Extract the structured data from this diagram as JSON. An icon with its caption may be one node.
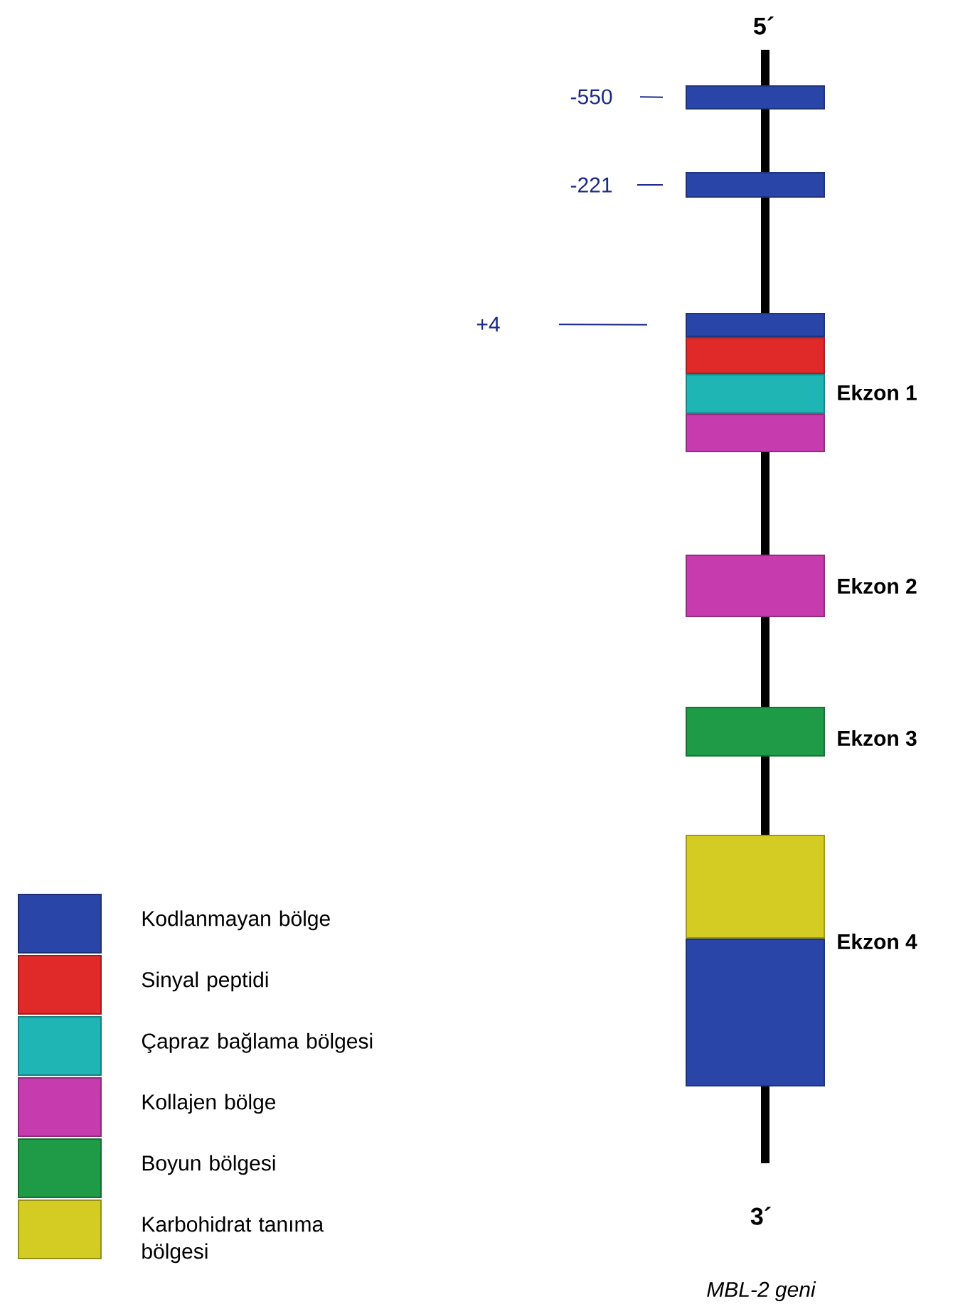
{
  "diagram": {
    "nodes": [
      {
        "text": [
          "-550"
        ]
      },
      {
        "text": [],
        "shape": "bar"
      },
      {
        "text": [
          "-221"
        ]
      },
      {
        "text": [],
        "shape": "bar"
      },
      {
        "text": [
          "+4"
        ]
      },
      {
        "text": [],
        "shape": "bar"
      },
      {
        "text": [],
        "shape": "bar"
      },
      {
        "text": [],
        "shape": "bar"
      },
      {
        "text": [],
        "shape": "bar"
      },
      {
        "text": [],
        "shape": "bar"
      },
      {
        "text": [],
        "shape": "bar"
      },
      {
        "text": [],
        "shape": "bar"
      },
      {
        "text": [],
        "shape": "bar"
      }
    ],
    "edges": [
      {
        "from": 0,
        "to": 1,
        "arrow": "none"
      },
      {
        "from": 2,
        "to": 3,
        "arrow": "none"
      },
      {
        "from": 4,
        "to": 5,
        "arrow": "none"
      }
    ],
    "labels": [
      "5´",
      "Ekzon 1",
      "Ekzon 2",
      "Ekzon 3",
      "Ekzon 4",
      "3´",
      "MBL-2 geni"
    ],
    "legend": [
      {
        "text": "Kodlanmayan bölge",
        "color": "#2a45a8"
      },
      {
        "text": "Sinyal peptidi",
        "color": "#e02a2a"
      },
      {
        "text": "Çapraz bağlama bölgesi",
        "color": "#1fb5b5"
      },
      {
        "text": "Kollajen bölge",
        "color": "#c63cae"
      },
      {
        "text": "Boyun bölgesi",
        "color": "#1f9a46"
      },
      {
        "text": "Karbohidrat tanıma bölgesi",
        "color": "#d4cc22"
      }
    ]
  }
}
